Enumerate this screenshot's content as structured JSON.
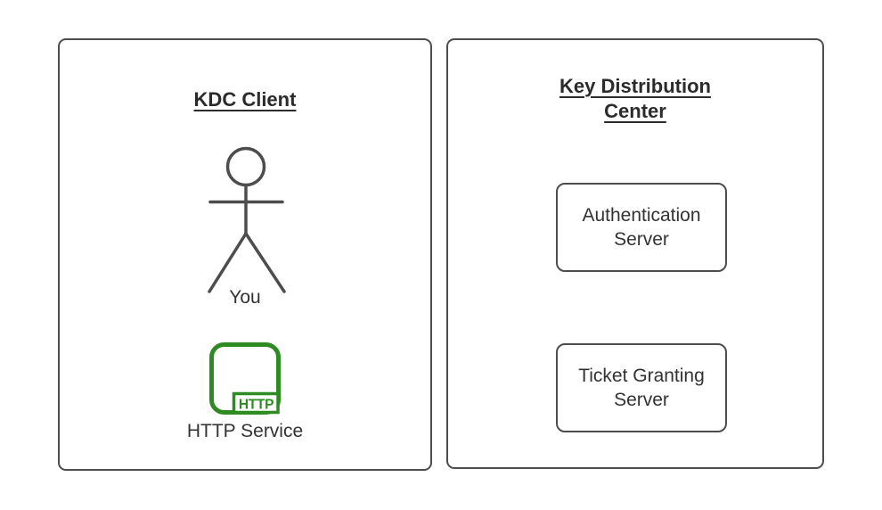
{
  "diagram": {
    "left_panel": {
      "title": "KDC Client",
      "actor": {
        "label": "You"
      },
      "http_service": {
        "label": "HTTP Service",
        "badge": "HTTP"
      }
    },
    "right_panel": {
      "title": "Key Distribution Center",
      "servers": [
        {
          "label": "Authentication Server"
        },
        {
          "label": "Ticket Granting Server"
        }
      ]
    },
    "colors": {
      "outline_gray": "#4d4d4d",
      "text_gray": "#333333",
      "title_gray": "#2b2b2b",
      "http_green": "#2e8b22"
    }
  }
}
